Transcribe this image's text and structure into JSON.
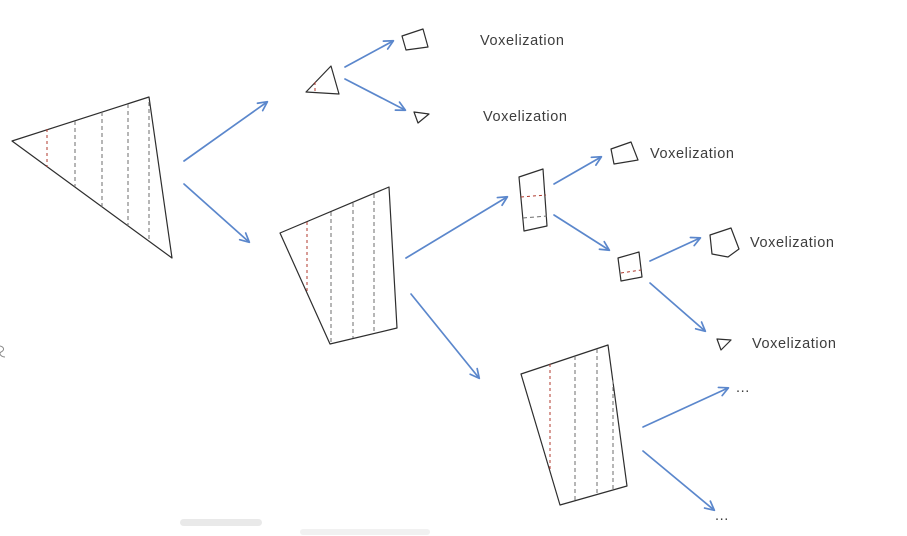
{
  "colors": {
    "arrow": "#5b87cc",
    "outline": "#2e2e2e",
    "cut_red": "#b03a2e",
    "cut_gray": "#6e6e6e",
    "label_text": "#3d3d3d"
  },
  "labels": {
    "voxelization_top_upper": "Voxelization",
    "voxelization_top_lower": "Voxelization",
    "voxelization_mid_upper": "Voxelization",
    "voxelization_right_upper": "Voxelization",
    "voxelization_right_lower": "Voxelization",
    "ellipsis_upper": "...",
    "ellipsis_lower": "..."
  }
}
